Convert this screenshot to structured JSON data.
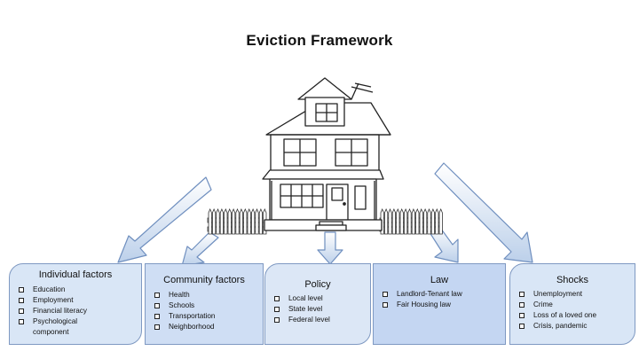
{
  "title": "Eviction Framework",
  "illustration": {
    "icon": "house-icon",
    "fence_icon": "picket-fence-icon"
  },
  "arrow_color": "#bcd0ea",
  "factors": [
    {
      "heading": "Individual factors",
      "items": [
        "Education",
        "Employment",
        "Financial literacy",
        "Psychological component"
      ]
    },
    {
      "heading": "Community factors",
      "items": [
        "Health",
        "Schools",
        "Transportation",
        "Neighborhood"
      ]
    },
    {
      "heading": "Policy",
      "items": [
        "Local level",
        "State level",
        "Federal level"
      ]
    },
    {
      "heading": "Law",
      "items": [
        "Landlord-Tenant law",
        "Fair Housing law"
      ]
    },
    {
      "heading": "Shocks",
      "items": [
        "Unemployment",
        "Crime",
        "Loss of a loved one",
        "Crisis, pandemic"
      ]
    }
  ]
}
